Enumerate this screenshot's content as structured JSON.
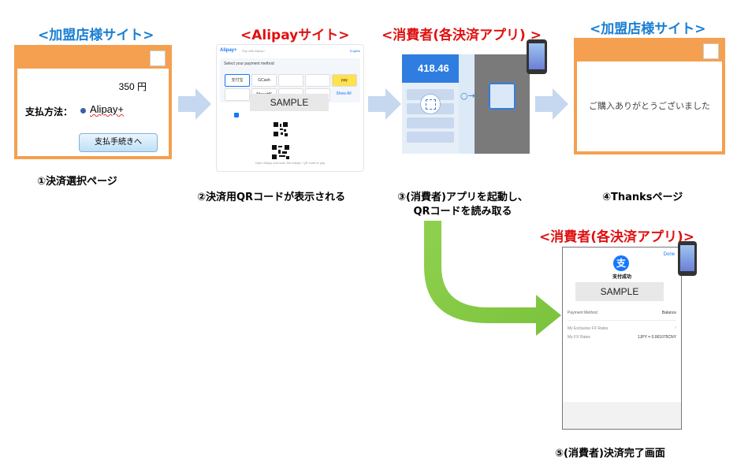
{
  "step1": {
    "title": "<加盟店様サイト>",
    "amount": "350 円",
    "payment_label": "支払方法：",
    "payment_value": "Alipay+",
    "button_label": "支払手続きへ",
    "caption": "①決済選択ページ"
  },
  "step2": {
    "title": "<Alipayサイト>",
    "logo": "Alipay+",
    "tagline": "Pay with Alipay+",
    "lang": "English",
    "select_label": "Select your payment method",
    "wallets": [
      "支付宝",
      "GCash",
      "",
      "",
      "pay",
      "",
      "AlipayHK",
      "",
      "",
      "Show All"
    ],
    "sample": "SAMPLE",
    "scan_text": "Open Alipay and scan the Alipay+ QR code to pay",
    "caption": "②決済用QRコードが表示される"
  },
  "step3": {
    "title": "<消費者(各決済アプリ) >",
    "amount": "418.46",
    "caption_line1": "③(消費者)アプリを起動し、",
    "caption_line2": "QRコードを読み取る"
  },
  "step4": {
    "title": "<加盟店様サイト>",
    "message": "ご購入ありがとうございました",
    "caption": "④Thanksページ"
  },
  "step5": {
    "title": "<消費者(各決済アプリ)>",
    "done": "Done",
    "success": "支付成功",
    "sample": "SAMPLE",
    "payment_method_label": "Payment Method",
    "payment_method_value": "Balance",
    "fx_label": "My Exclusive FX Rates",
    "fx_rate_label": "My FX Rates",
    "fx_rate_value": "1JPY = 0.061075CNY",
    "caption": "⑤(消費者)決済完了画面"
  },
  "colors": {
    "blue_title": "#1a7fd4",
    "red_title": "#e01010",
    "orange": "#f4a050",
    "arrow_blue": "#c5d8ef",
    "arrow_green": "#8fd14f"
  }
}
